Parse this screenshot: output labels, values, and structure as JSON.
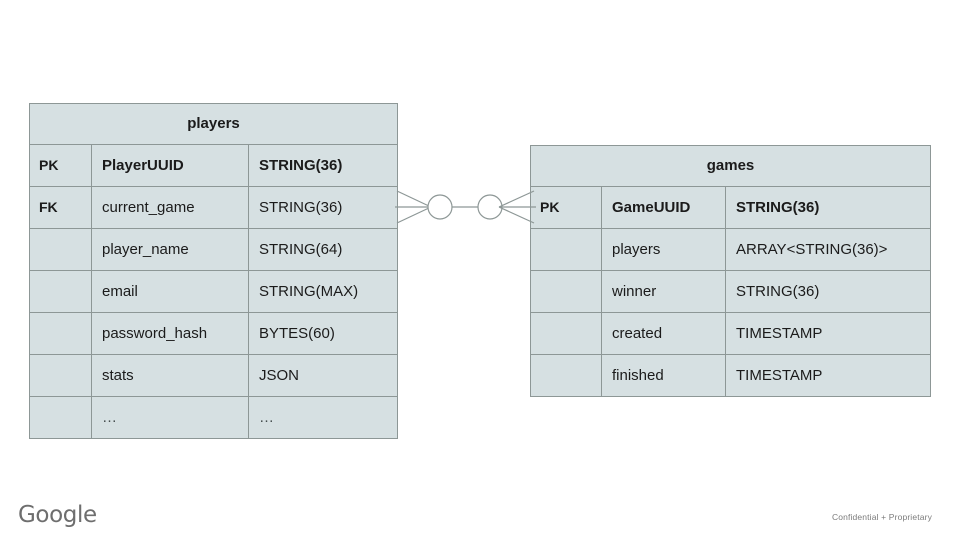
{
  "diagram": {
    "type": "entity-relationship",
    "entities": [
      {
        "id": "players",
        "title": "players",
        "columns": [
          "key",
          "name",
          "type"
        ],
        "rows": [
          {
            "key": "PK",
            "name": "PlayerUUID",
            "type": "STRING(36)",
            "emphasis": true
          },
          {
            "key": "FK",
            "name": "current_game",
            "type": "STRING(36)",
            "emphasis": false
          },
          {
            "key": "",
            "name": "player_name",
            "type": "STRING(64)",
            "emphasis": false
          },
          {
            "key": "",
            "name": "email",
            "type": "STRING(MAX)",
            "emphasis": false
          },
          {
            "key": "",
            "name": "password_hash",
            "type": "BYTES(60)",
            "emphasis": false
          },
          {
            "key": "",
            "name": "stats",
            "type": "JSON",
            "emphasis": false
          },
          {
            "key": "",
            "name": "…",
            "type": "…",
            "emphasis": false
          }
        ]
      },
      {
        "id": "games",
        "title": "games",
        "columns": [
          "key",
          "name",
          "type"
        ],
        "rows": [
          {
            "key": "PK",
            "name": "GameUUID",
            "type": "STRING(36)",
            "emphasis": true
          },
          {
            "key": "",
            "name": "players",
            "type": "ARRAY<STRING(36)>",
            "emphasis": false
          },
          {
            "key": "",
            "name": "winner",
            "type": "STRING(36)",
            "emphasis": false
          },
          {
            "key": "",
            "name": "created",
            "type": "TIMESTAMP",
            "emphasis": false
          },
          {
            "key": "",
            "name": "finished",
            "type": "TIMESTAMP",
            "emphasis": false
          }
        ]
      }
    ],
    "relationship": {
      "from_entity": "players",
      "from_field": "current_game",
      "to_entity": "games",
      "to_field": "GameUUID",
      "from_cardinality": "zero-or-many",
      "to_cardinality": "zero-or-many",
      "notation": "crows-foot"
    }
  },
  "theme": {
    "cell_fill": "#d6e0e2",
    "border": "#8d9796",
    "text": "#1b1b1b",
    "page_background": "#ffffff",
    "footer_text": "#7c7c7c",
    "wordmark_color": "#6e6e6e"
  },
  "footer": {
    "wordmark": "Google",
    "confidentiality": "Confidential + Proprietary"
  }
}
